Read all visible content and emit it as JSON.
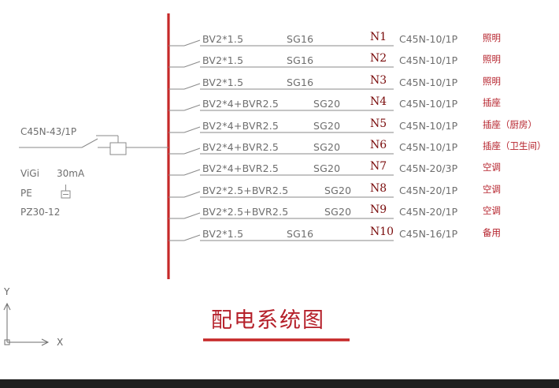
{
  "title": "配电系统图",
  "incoming": {
    "breaker": "C45N-43/1P",
    "vigi": "ViGi",
    "vigi_current": "30mA",
    "pe": "PE",
    "panel": "PZ30-12"
  },
  "circuits": [
    {
      "cable": "BV2*1.5",
      "conduit": "SG16",
      "id": "N1",
      "breaker": "C45N-10/1P",
      "use": "照明"
    },
    {
      "cable": "BV2*1.5",
      "conduit": "SG16",
      "id": "N2",
      "breaker": "C45N-10/1P",
      "use": "照明"
    },
    {
      "cable": "BV2*1.5",
      "conduit": "SG16",
      "id": "N3",
      "breaker": "C45N-10/1P",
      "use": "照明"
    },
    {
      "cable": "BV2*4+BVR2.5",
      "conduit": "SG20",
      "id": "N4",
      "breaker": "C45N-10/1P",
      "use": "插座"
    },
    {
      "cable": "BV2*4+BVR2.5",
      "conduit": "SG20",
      "id": "N5",
      "breaker": "C45N-10/1P",
      "use": "插座（厨房）"
    },
    {
      "cable": "BV2*4+BVR2.5",
      "conduit": "SG20",
      "id": "N6",
      "breaker": "C45N-10/1P",
      "use": "插座（卫生间）"
    },
    {
      "cable": "BV2*4+BVR2.5",
      "conduit": "SG20",
      "id": "N7",
      "breaker": "C45N-20/3P",
      "use": "空调"
    },
    {
      "cable": "BV2*2.5+BVR2.5",
      "conduit": "SG20",
      "id": "N8",
      "breaker": "C45N-20/1P",
      "use": "空调"
    },
    {
      "cable": "BV2*2.5+BVR2.5",
      "conduit": "SG20",
      "id": "N9",
      "breaker": "C45N-20/1P",
      "use": "空调"
    },
    {
      "cable": "BV2*1.5",
      "conduit": "SG16",
      "id": "N10",
      "breaker": "C45N-16/1P",
      "use": "备用"
    }
  ],
  "axes": {
    "x": "X",
    "y": "Y"
  },
  "colors": {
    "bus": "#c62828",
    "line": "#8a8a8a",
    "accent": "#b5202a",
    "circuit_id": "#7a0c0c"
  }
}
